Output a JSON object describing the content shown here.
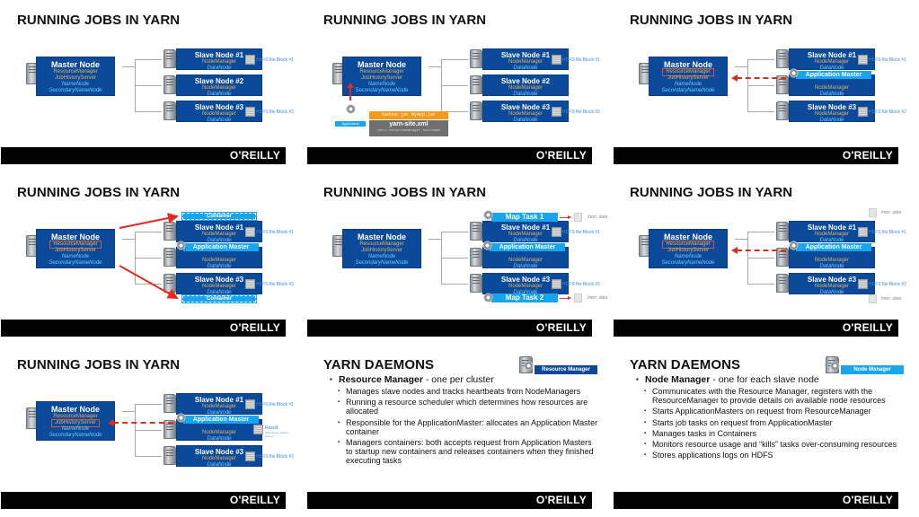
{
  "footer_logo": "O'REILLY",
  "running_title": "RUNNING JOBS IN YARN",
  "master": {
    "name": "Master Node",
    "services": [
      "ResourceManager",
      "JobHistoryServer",
      "NameNode",
      "SecondaryNameNode"
    ]
  },
  "slaves": [
    {
      "name": "Slave Node #1",
      "services": [
        "NodeManager",
        "DataNode"
      ]
    },
    {
      "name": "Slave Node #2",
      "services": [
        "NodeManager",
        "DataNode"
      ]
    },
    {
      "name": "Slave Node #3",
      "services": [
        "NodeManager",
        "DataNode"
      ]
    }
  ],
  "hdfs_blocks": [
    "HDFS file Block #1",
    "HDFS file Block #2"
  ],
  "application_master": "Application Master",
  "container": "Container",
  "map_tasks": [
    "Map Task 1",
    "Map Task 2"
  ],
  "inter_data": "Inter. data",
  "application": "Application",
  "command": "hadoop jar MyApp.jar",
  "yarn_site": {
    "file": "yarn-site.xml",
    "property": "yarn.resourcemanager.hostname"
  },
  "result": {
    "label": "Result",
    "sub": "Mapreduce reducer-part-r-0"
  },
  "daemons_title": "YARN DAEMONS",
  "resource_manager_slide": {
    "badge": "Resource Manager",
    "heading_bold": "Resource Manager",
    "heading_rest": " - one per cluster",
    "items": [
      "Manages slave nodes and tracks heartbeats from NodeManagers",
      "Running a resource scheduler which determines how resources are allocated",
      "Responsible for the ApplicationMaster: allocates an Application Master container",
      "Managers containers: both accepts request from Application Masters to startup new containers and releases containers when they finished executing tasks"
    ]
  },
  "node_manager_slide": {
    "badge": "Node Manager",
    "heading_bold": "Node Manager",
    "heading_rest": " - one for each slave node",
    "items": [
      "Communicates with the Resource Manager, registers with the ResourceManager to provide details on available node resources",
      "Starts ApplicationMasters on request from ResourceManager",
      "Starts job tasks on request from ApplicationMaster",
      "Manages tasks in Containers",
      "Monitors resource usage and “kills” tasks over-consuming resources",
      "Stores applications logs on HDFS"
    ]
  }
}
